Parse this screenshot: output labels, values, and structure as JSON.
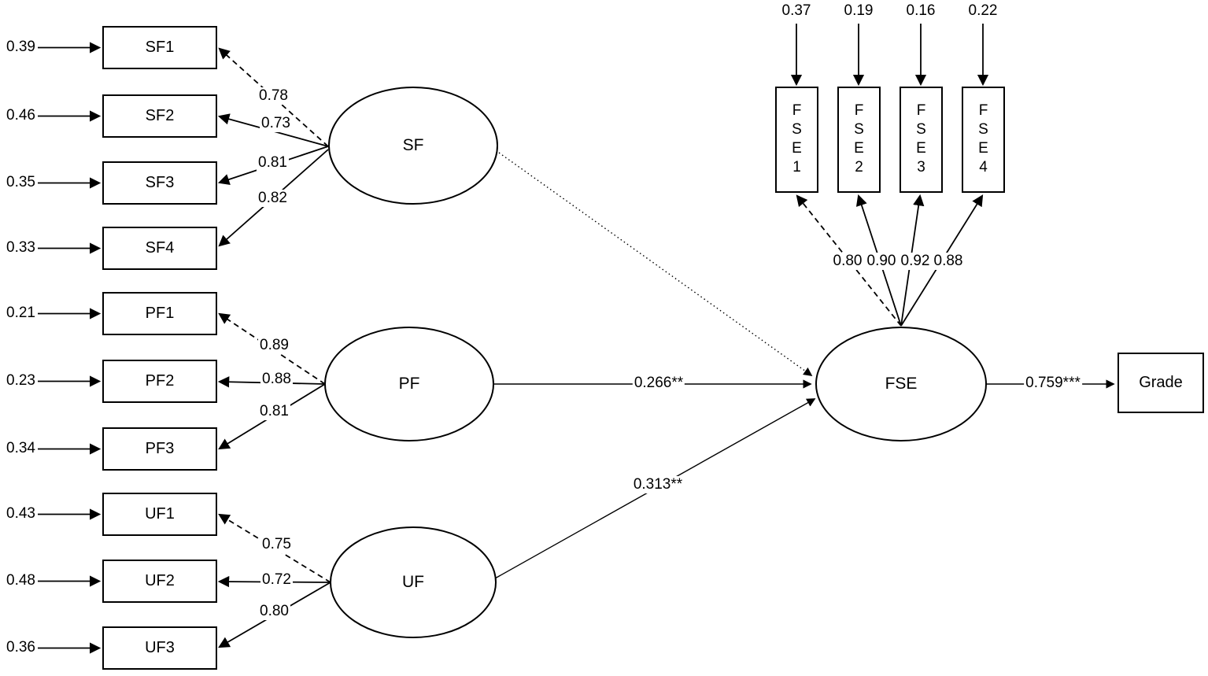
{
  "diagram": {
    "groups": [
      {
        "latent": "SF",
        "indicators": [
          {
            "name": "SF1",
            "error": "0.39",
            "loading": "0.78"
          },
          {
            "name": "SF2",
            "error": "0.46",
            "loading": "0.73"
          },
          {
            "name": "SF3",
            "error": "0.35",
            "loading": "0.81"
          },
          {
            "name": "SF4",
            "error": "0.33",
            "loading": "0.82"
          }
        ]
      },
      {
        "latent": "PF",
        "indicators": [
          {
            "name": "PF1",
            "error": "0.21",
            "loading": "0.89"
          },
          {
            "name": "PF2",
            "error": "0.23",
            "loading": "0.88"
          },
          {
            "name": "PF3",
            "error": "0.34",
            "loading": "0.81"
          }
        ]
      },
      {
        "latent": "UF",
        "indicators": [
          {
            "name": "UF1",
            "error": "0.43",
            "loading": "0.75"
          },
          {
            "name": "UF2",
            "error": "0.48",
            "loading": "0.72"
          },
          {
            "name": "UF3",
            "error": "0.36",
            "loading": "0.80"
          }
        ]
      },
      {
        "latent": "FSE",
        "indicators": [
          {
            "name": "FSE1",
            "error": "0.37",
            "loading": "0.80"
          },
          {
            "name": "FSE2",
            "error": "0.19",
            "loading": "0.90"
          },
          {
            "name": "FSE3",
            "error": "0.16",
            "loading": "0.92"
          },
          {
            "name": "FSE4",
            "error": "0.22",
            "loading": "0.88"
          }
        ]
      }
    ],
    "structural_paths": [
      {
        "from": "SF",
        "to": "FSE",
        "coefficient": "",
        "style": "dotted"
      },
      {
        "from": "PF",
        "to": "FSE",
        "coefficient": "0.266**",
        "style": "solid"
      },
      {
        "from": "UF",
        "to": "FSE",
        "coefficient": "0.313**",
        "style": "solid"
      },
      {
        "from": "FSE",
        "to": "Grade",
        "coefficient": "0.759***",
        "style": "solid"
      }
    ],
    "outcome": "Grade",
    "colors": {
      "line": "#000000",
      "background": "#ffffff"
    }
  }
}
